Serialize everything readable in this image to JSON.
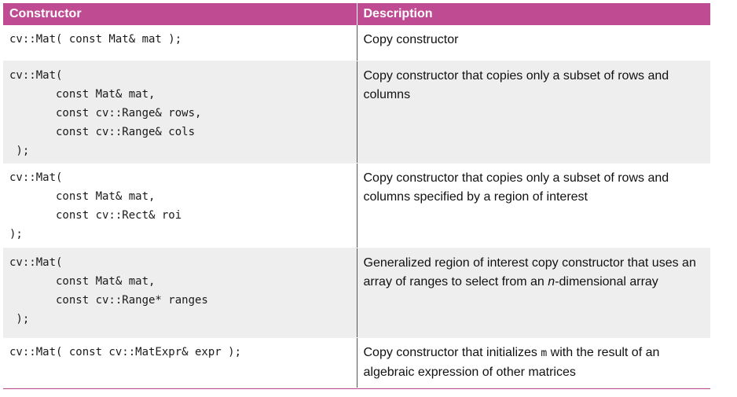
{
  "table": {
    "headers": {
      "constructor": "Constructor",
      "description": "Description"
    },
    "rows": [
      {
        "code": "cv::Mat( const Mat& mat );",
        "description": "Copy constructor"
      },
      {
        "code": "cv::Mat(\n       const Mat& mat,\n       const cv::Range& rows,\n       const cv::Range& cols\n );",
        "description": "Copy constructor that copies only a subset of rows and columns"
      },
      {
        "code": "cv::Mat(\n       const Mat& mat,\n       const cv::Rect& roi\n);",
        "description": "Copy constructor that copies only a subset of rows and columns specified by a region of interest"
      },
      {
        "code": "cv::Mat(\n       const Mat& mat,\n       const cv::Range* ranges\n );",
        "description_parts": {
          "before": "Generalized region of interest copy constructor that uses an array of ranges to select from an ",
          "em": "n",
          "after": "-dimensional array"
        }
      },
      {
        "code": "cv::Mat( const cv::MatExpr& expr );",
        "description_parts": {
          "before": "Copy constructor that initializes ",
          "code": "m",
          "after": " with the result of an algebraic expression of other matrices"
        }
      }
    ]
  }
}
